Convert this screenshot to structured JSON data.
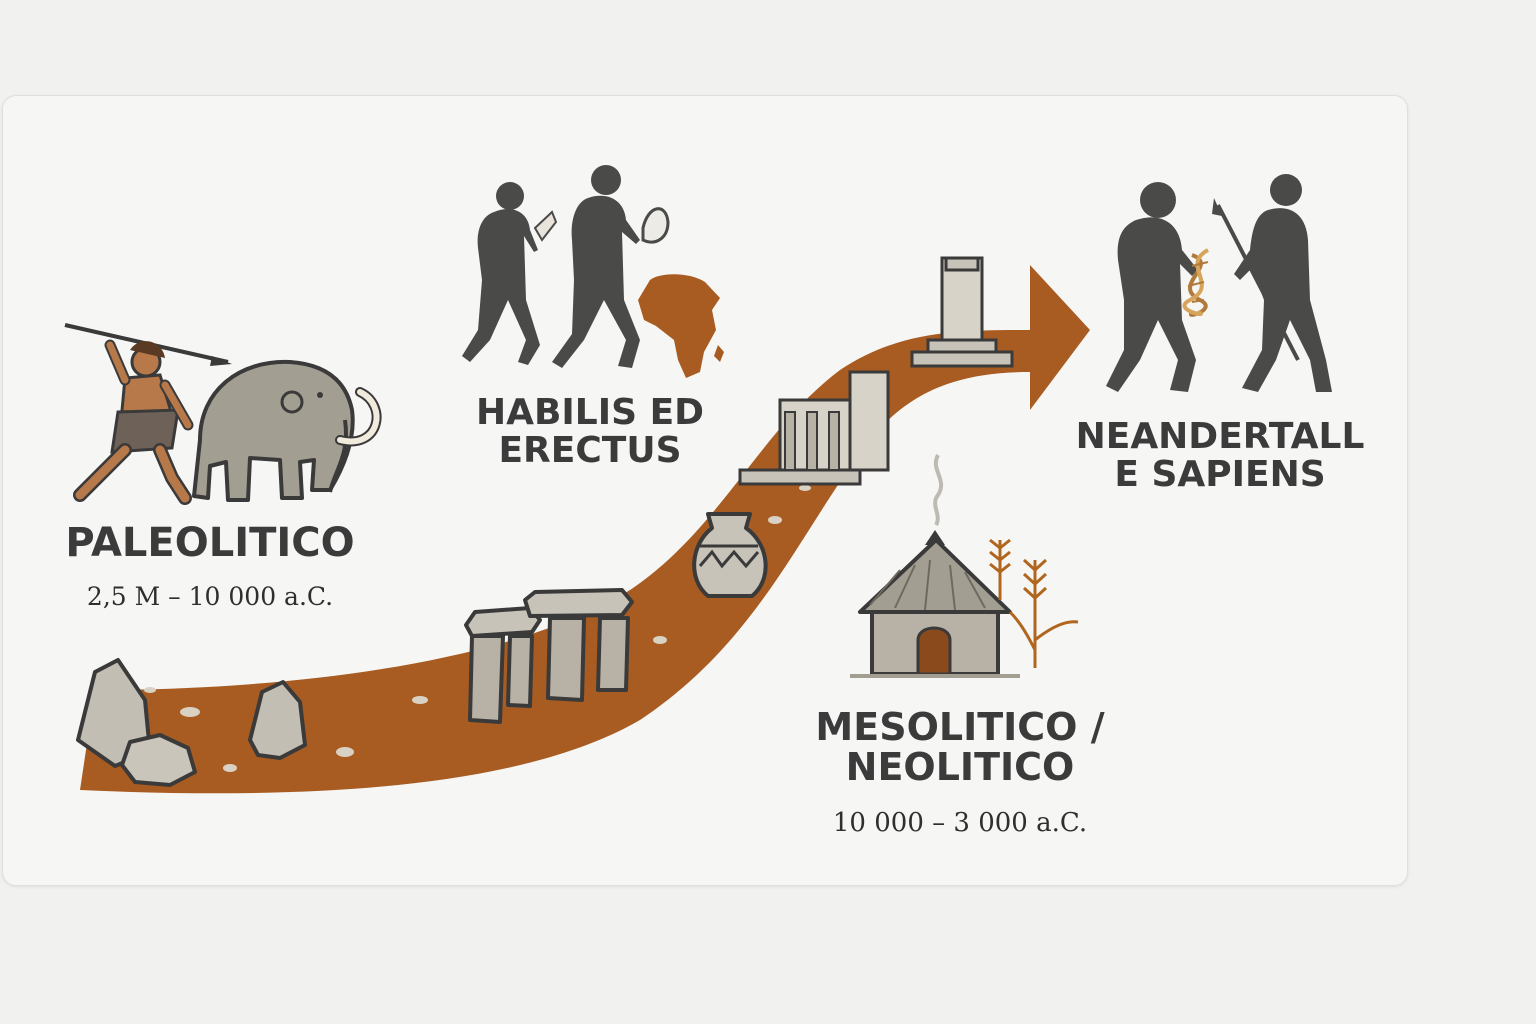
{
  "stages": {
    "paleolitico": {
      "title": "PALEOLITICO",
      "dates": "2,5 M – 10 000 a.C."
    },
    "habilis_erectus": {
      "title_line1": "HABILIS ED",
      "title_line2": "ERECTUS"
    },
    "neandertal_sapiens": {
      "title_line1": "NEANDERTALL",
      "title_line2": "E SAPIENS"
    },
    "mesolitico_neolitico": {
      "title_line1": "MESOLITICO /",
      "title_line2": "NEOLITICO",
      "dates": "10 000 – 3 000 a.C."
    }
  },
  "colors": {
    "path": "#a85c22",
    "silhouette": "#4a4a48",
    "stone": "#bdb8ad",
    "text": "#3b3b3b"
  }
}
